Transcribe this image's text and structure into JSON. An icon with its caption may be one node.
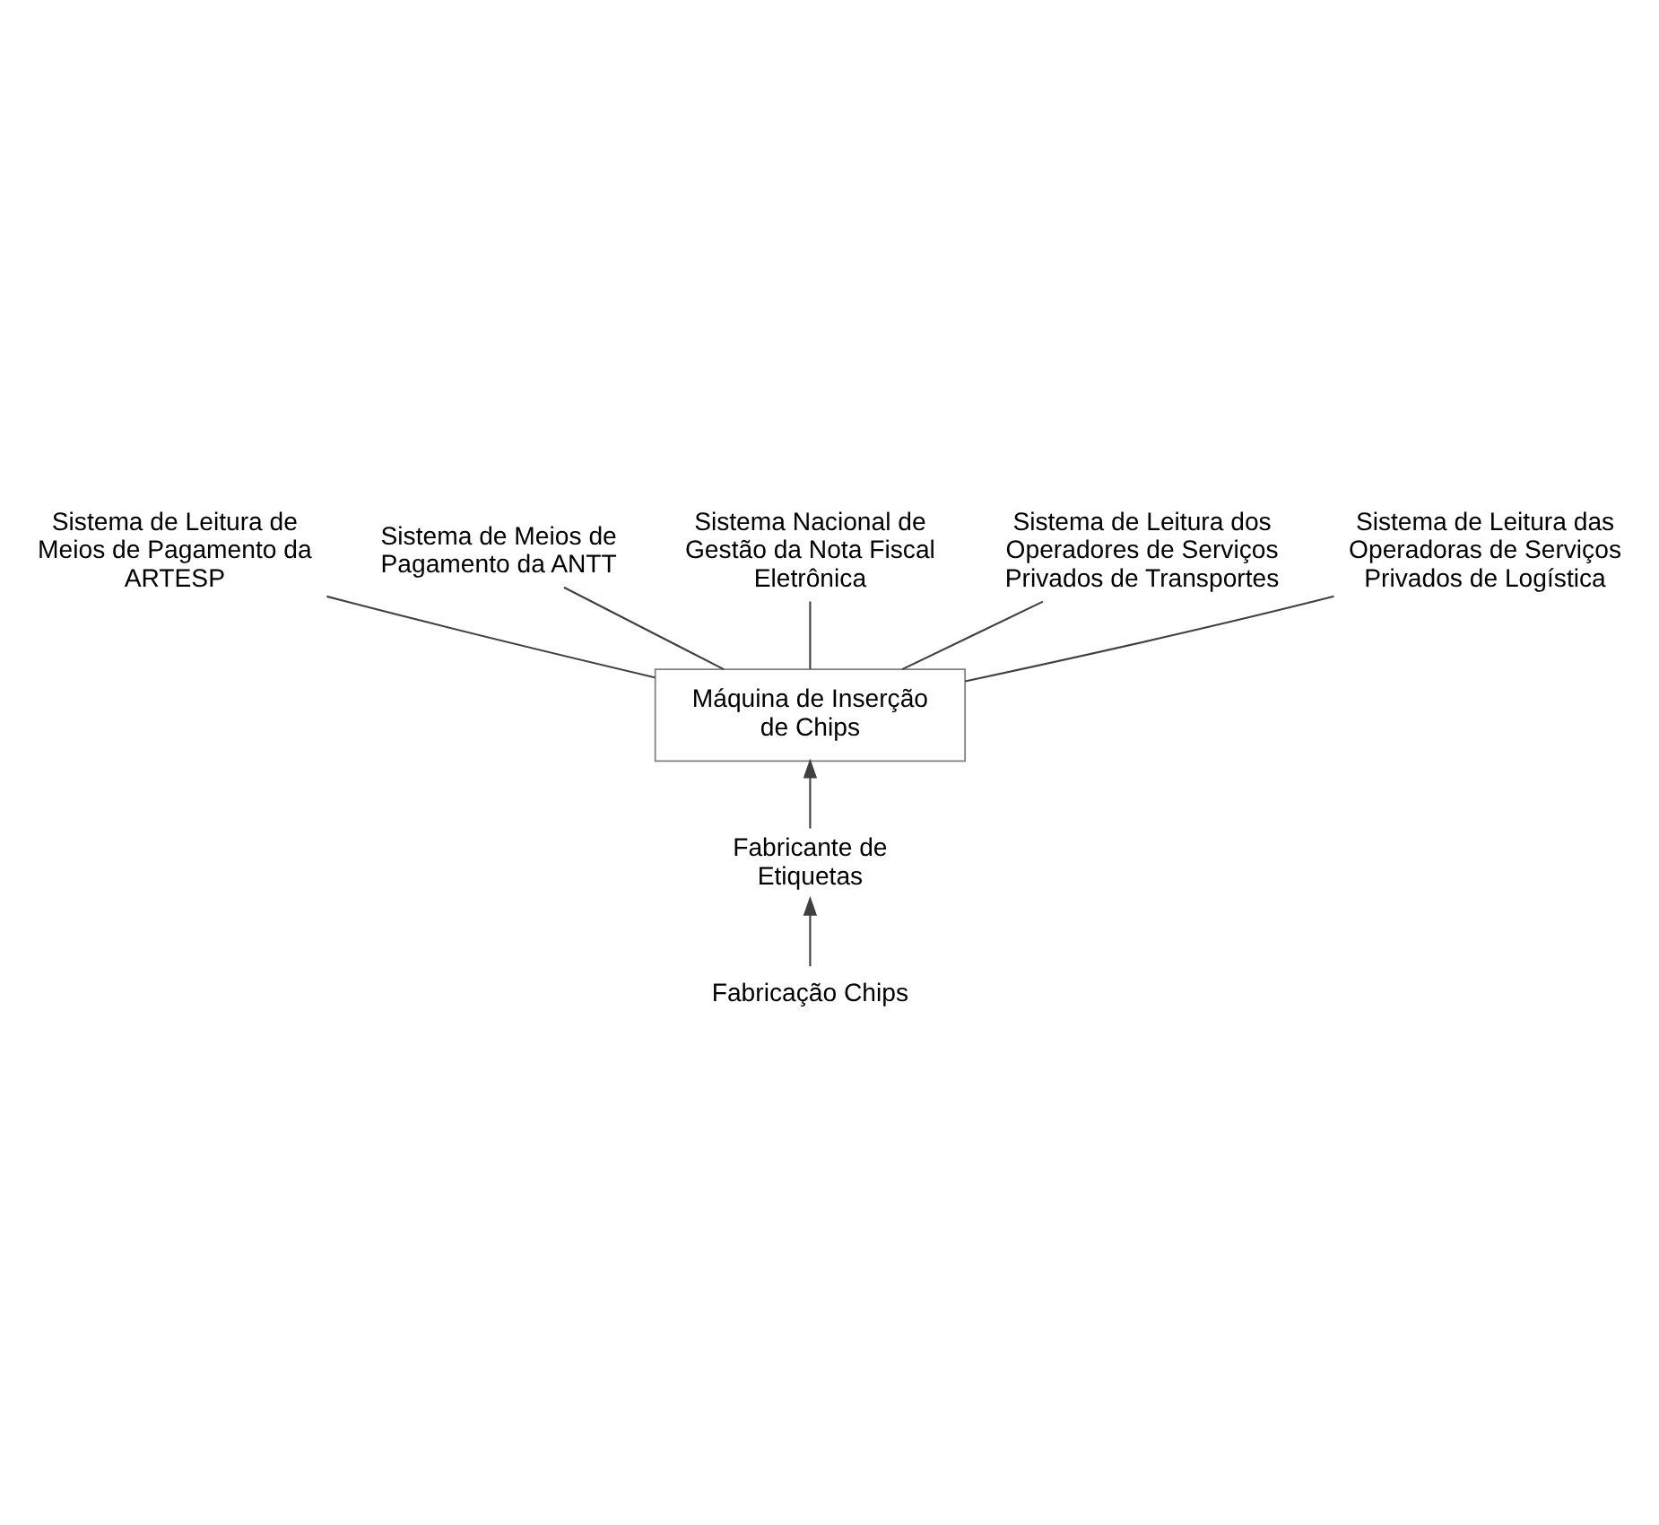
{
  "diagram": {
    "nodes": [
      {
        "text": [
          "Sistema Nacional de Gestão da Nota Fiscal Eletrônica"
        ]
      },
      {
        "text": [
          "Sistema de Meios de Pagamento da ANTT"
        ]
      },
      {
        "text": [
          "Sistema de Leitura dos Operadores de Serviços Privados de Transportes"
        ]
      },
      {
        "text": [
          "Sistema de Leitura de Meios de Pagamento da ARTESP"
        ]
      },
      {
        "text": [
          "Sistema de Leitura das Operadoras de Serviços Privados de Logística"
        ]
      },
      {
        "text": [
          "Máquina de Inserção de Chips"
        ]
      },
      {
        "text": [
          "Fabricante de Etiquetas"
        ]
      },
      {
        "text": [
          "Fabricação Chips"
        ]
      }
    ],
    "edges": [
      {
        "from": 5,
        "to": 0,
        "arrow": "none"
      },
      {
        "from": 5,
        "to": 1,
        "arrow": "none"
      },
      {
        "from": 5,
        "to": 2,
        "arrow": "none"
      },
      {
        "from": 5,
        "to": 3,
        "arrow": "none"
      },
      {
        "from": 5,
        "to": 4,
        "arrow": "none"
      },
      {
        "from": 7,
        "to": 6,
        "arrow": "to"
      },
      {
        "from": 6,
        "to": 5,
        "arrow": "to"
      }
    ]
  }
}
